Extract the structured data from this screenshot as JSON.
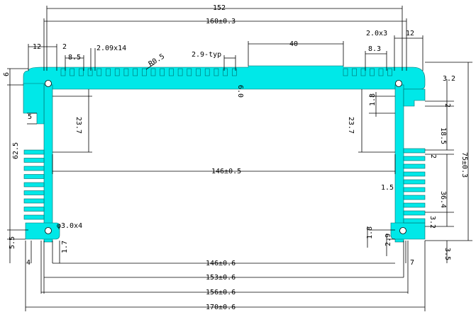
{
  "colors": {
    "profile": "#00e8e8",
    "profile_stroke": "#006868",
    "lines": "#000000"
  },
  "dimensions": {
    "top_152": "152",
    "top_160": "160±0.3",
    "top_40": "40",
    "left_12": "12",
    "left_2": "2",
    "left_85": "8.5",
    "fin_209x14": "2.09x14",
    "r05": "R0.5",
    "typ_29": "2.9-typ",
    "right_20x3": "2.0x3",
    "right_12": "12",
    "right_83": "8.3",
    "left_6": "6",
    "left_5": "5",
    "inner_237_left": "23.7",
    "inner_237_right": "23.7",
    "center_6": "6.0",
    "right_18": "1.8",
    "left_625": "62.5",
    "inner_146_05": "146±0.5",
    "right_15": "1.5",
    "right_32_top": "3.2",
    "right_2_top": "2",
    "right_185": "18.5",
    "right_2_mid": "2",
    "right_364": "36.4",
    "right_32_bot": "3.2",
    "right_75": "75±0.3",
    "hole_3x4": "φ3.0x4",
    "bottom_left_17": "1.7",
    "bottom_left_55": "5.5",
    "bottom_left_4": "4",
    "bottom_right_18": "1.8",
    "bottom_right_29": "2.9",
    "bottom_right_7": "7",
    "bottom_right_35": "3.5",
    "bot_146": "146±0.6",
    "bot_153": "153±0.6",
    "bot_156": "156±0.6",
    "bot_170": "170±0.6"
  }
}
